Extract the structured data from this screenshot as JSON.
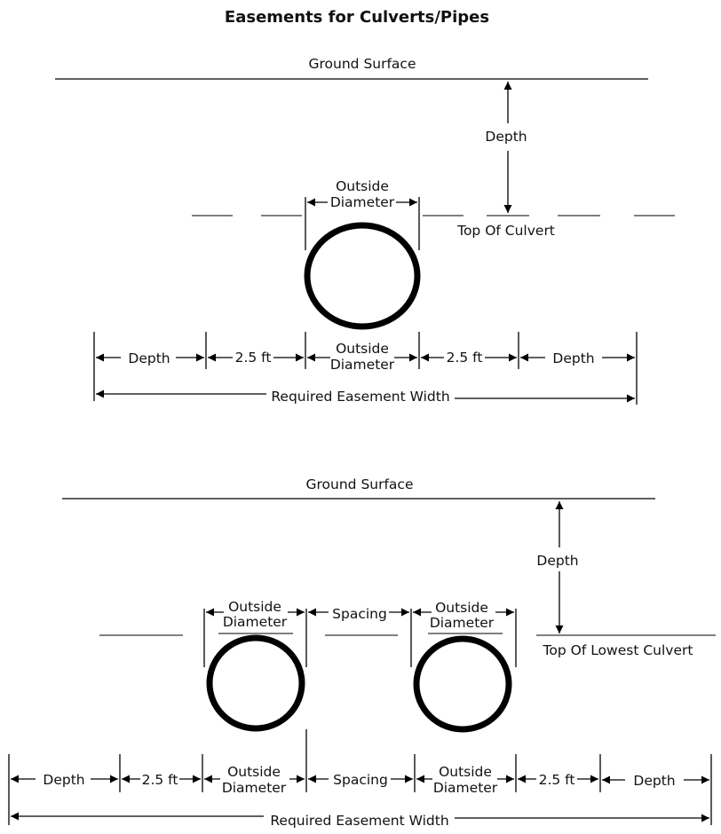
{
  "title": "Easements for Culverts/Pipes",
  "single_culvert": {
    "ground_surface": "Ground Surface",
    "depth": "Depth",
    "outside_diameter_line1": "Outside",
    "outside_diameter_line2": "Diameter",
    "top_label": "Top Of Culvert",
    "dims": {
      "depth": "Depth",
      "offset": "2.5 ft",
      "od_line1": "Outside",
      "od_line2": "Diameter"
    },
    "required_width": "Required Easement Width"
  },
  "double_culvert": {
    "ground_surface": "Ground Surface",
    "depth": "Depth",
    "outside_diameter_line1": "Outside",
    "outside_diameter_line2": "Diameter",
    "spacing": "Spacing",
    "top_label": "Top  Of Lowest Culvert",
    "dims": {
      "depth": "Depth",
      "offset": "2.5 ft",
      "od_line1": "Outside",
      "od_line2": "Diameter",
      "spacing": "Spacing"
    },
    "required_width": "Required Easement Width"
  }
}
